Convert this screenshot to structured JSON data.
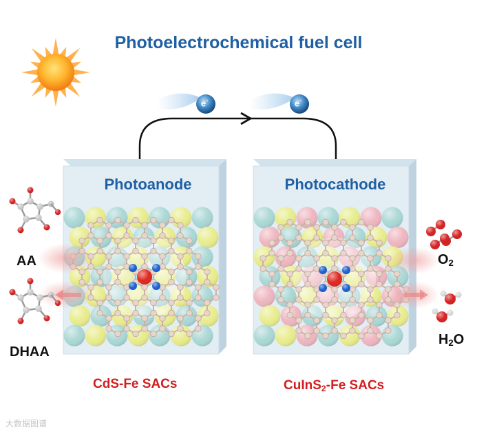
{
  "title": "Photoelectrochemical fuel cell",
  "electron_label": "e",
  "electron_charge": "-",
  "photoanode": {
    "title": "Photoanode",
    "catalyst": "CdS-Fe SACs",
    "sphere_colors": [
      "#a7d6d3",
      "#e8ec86"
    ]
  },
  "photocathode": {
    "title": "Photocathode",
    "catalyst_prefix": "CuInS",
    "catalyst_sub": "2",
    "catalyst_suffix": "-Fe SACs",
    "sphere_colors": [
      "#a7d6d3",
      "#e8ec86",
      "#eeb3bd"
    ]
  },
  "anode_molecules": {
    "reactant": "AA",
    "product": "DHAA"
  },
  "cathode_molecules": {
    "reactant_main": "O",
    "reactant_sub": "2",
    "product_main_1": "H",
    "product_sub": "2",
    "product_main_2": "O"
  },
  "watermark": "大数据图谱",
  "colors": {
    "title_blue": "#1f5fa3",
    "catalyst_red": "#d21e1e",
    "iron_atom": "#e0261d",
    "nitrogen_atom": "#1b5fd0",
    "carbon_atom": "#e8d6cc",
    "oxygen_atom": "#d62020",
    "panel_face": "#e2edf4"
  }
}
